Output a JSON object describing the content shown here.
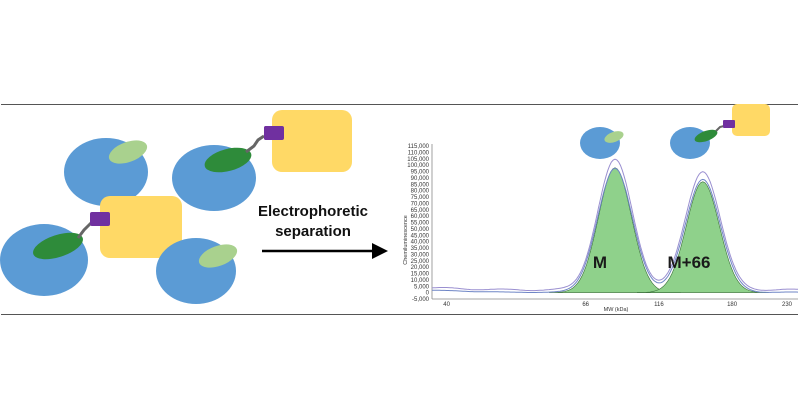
{
  "colors": {
    "blue_protein": "#5b9bd5",
    "light_green": "#a9d18e",
    "dark_green": "#2e8b3a",
    "purple_tag": "#7030a0",
    "yellow_block": "#ffd966",
    "peak_fill": "#8fd18b",
    "trace_blue": "#6f86c6",
    "trace_purple": "#9a8fd0"
  },
  "arrow": {
    "line1": "Electrophoretic",
    "line2": "separation"
  },
  "peaks": {
    "left_label": "M",
    "right_label": "M+66"
  },
  "chart_data": {
    "type": "line",
    "xlabel": "MW (kDa)",
    "ylabel": "Chemiluminescence",
    "ylim": [
      -5000,
      115000
    ],
    "y_ticks": [
      "115,000",
      "110,000",
      "105,000",
      "100,000",
      "95,000",
      "90,000",
      "85,000",
      "80,000",
      "75,000",
      "70,000",
      "65,000",
      "60,000",
      "55,000",
      "50,000",
      "45,000",
      "40,000",
      "35,000",
      "30,000",
      "25,000",
      "20,000",
      "15,000",
      "10,000",
      "5,000",
      "0",
      "-5,000"
    ],
    "x_ticks": [
      "40",
      "66",
      "116",
      "180",
      "230"
    ],
    "series": [
      {
        "peak_x": 0.5,
        "peak_y": 98000,
        "fill": true
      },
      {
        "peak_x": 0.74,
        "peak_y": 87000,
        "fill": true
      }
    ]
  }
}
